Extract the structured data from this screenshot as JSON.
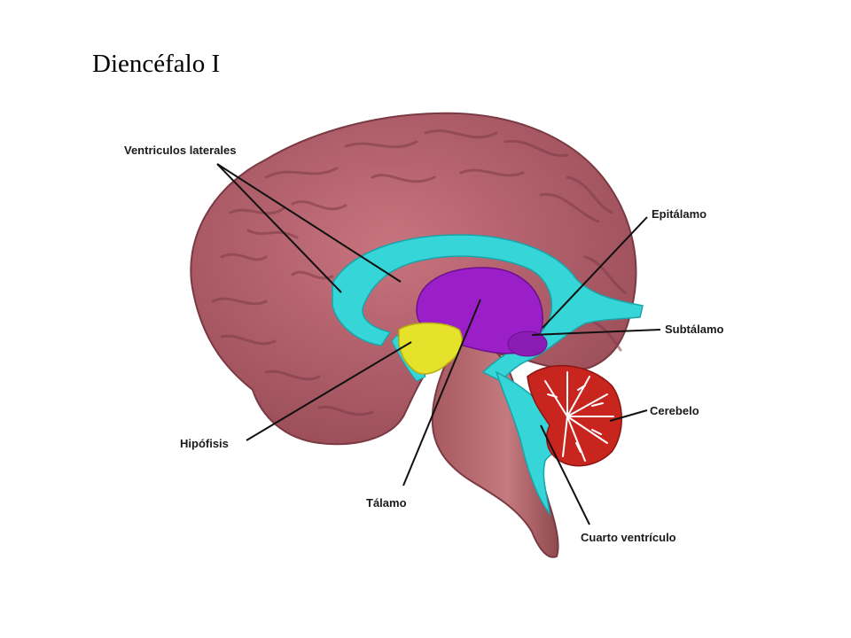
{
  "slide": {
    "title": "Diencéfalo I"
  },
  "labels": {
    "ventriculos_laterales": "Ventriculos laterales",
    "epitalamo": "Epitálamo",
    "subtalamo": "Subtálamo",
    "cerebelo": "Cerebelo",
    "hipofisis": "Hipófisis",
    "talamo": "Tálamo",
    "cuarto_ventriculo": "Cuarto ventrículo"
  },
  "colors": {
    "cortex": "#b5606c",
    "cortex_dark": "#8e4450",
    "ventricles": "#35d5d8",
    "thalamus": "#9b1fc8",
    "pituitary": "#e6e12a",
    "cerebellum": "#c8251f",
    "brainstem": "#b56a6e"
  }
}
